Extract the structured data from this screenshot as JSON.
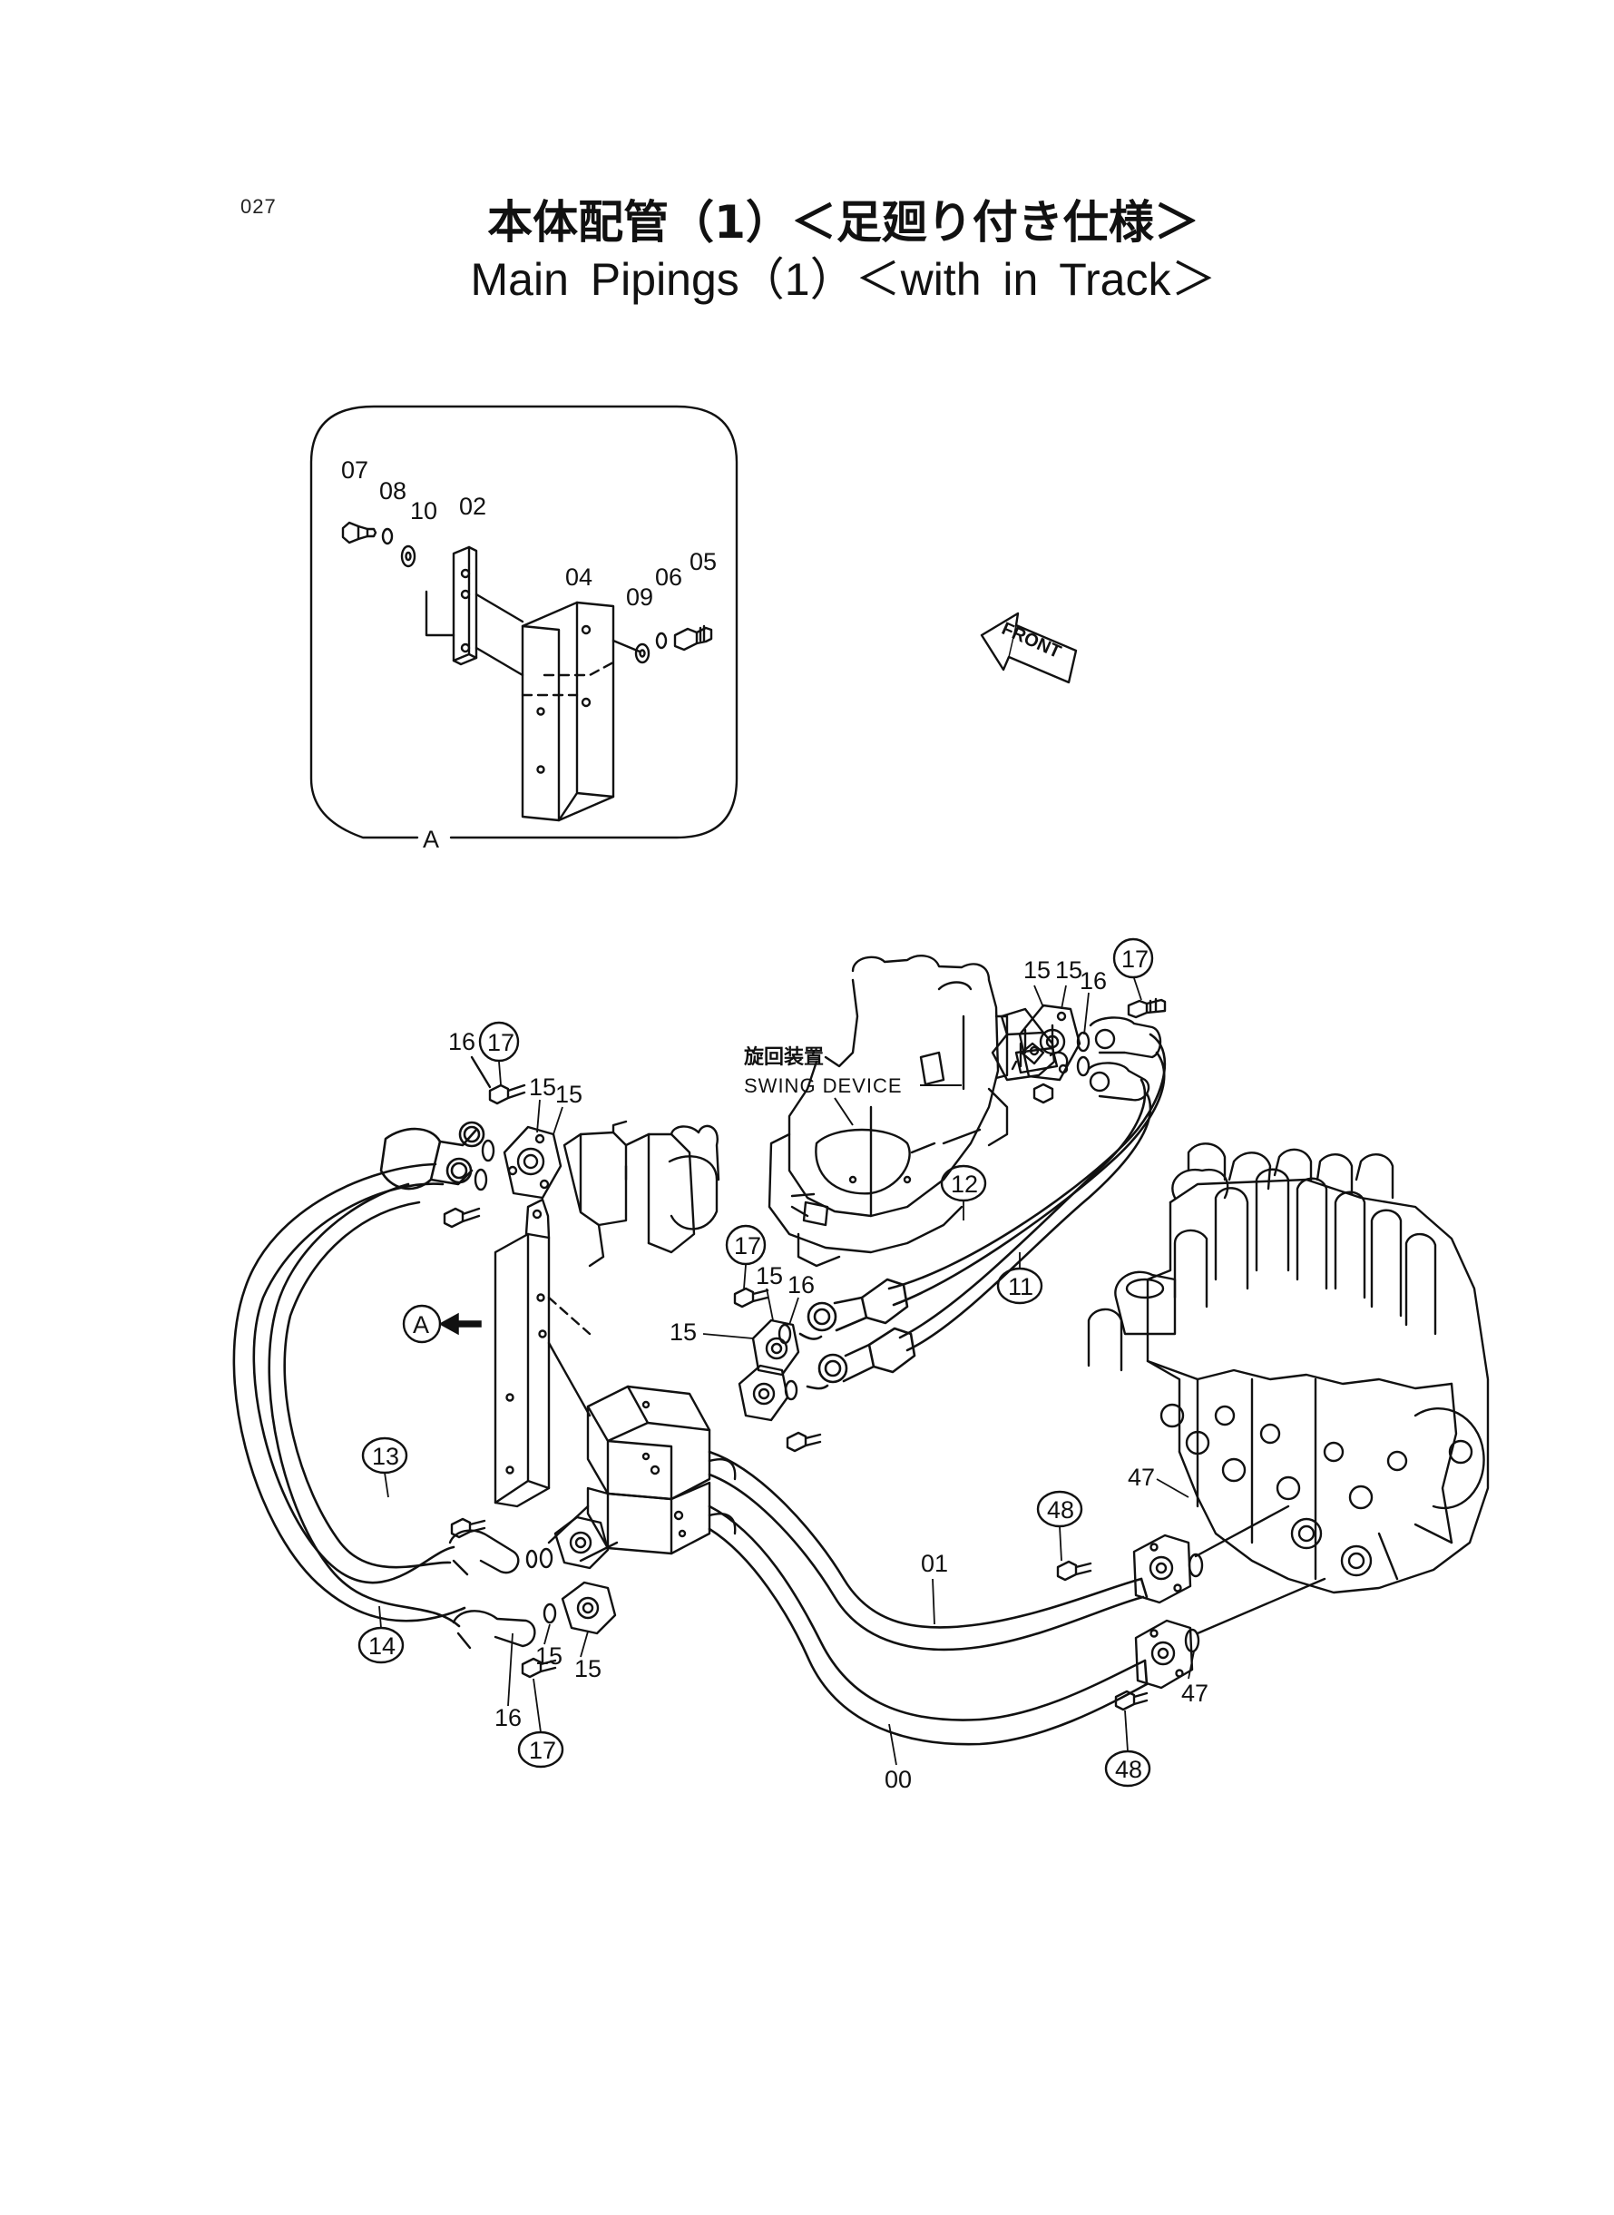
{
  "header": {
    "page_number": "027",
    "title_jp": "本体配管（1）＜足廻り付き仕様＞",
    "title_en": "Main Pipings（1）＜with in Track＞"
  },
  "detail_view": {
    "view_letter": "A",
    "part_numbers": [
      "07",
      "08",
      "10",
      "02",
      "04",
      "09",
      "06",
      "05"
    ]
  },
  "front_arrow": {
    "label": "FRONT"
  },
  "swing_device": {
    "label_jp": "旋回装置",
    "label_en": "SWING DEVICE"
  },
  "view_marker": "A",
  "part_labels": {
    "p00": "00",
    "p01": "01",
    "p11": "11",
    "p12": "12",
    "p13": "13",
    "p14": "14",
    "p15": "15",
    "p16": "16",
    "p17": "17",
    "p47": "47",
    "p48": "48"
  }
}
